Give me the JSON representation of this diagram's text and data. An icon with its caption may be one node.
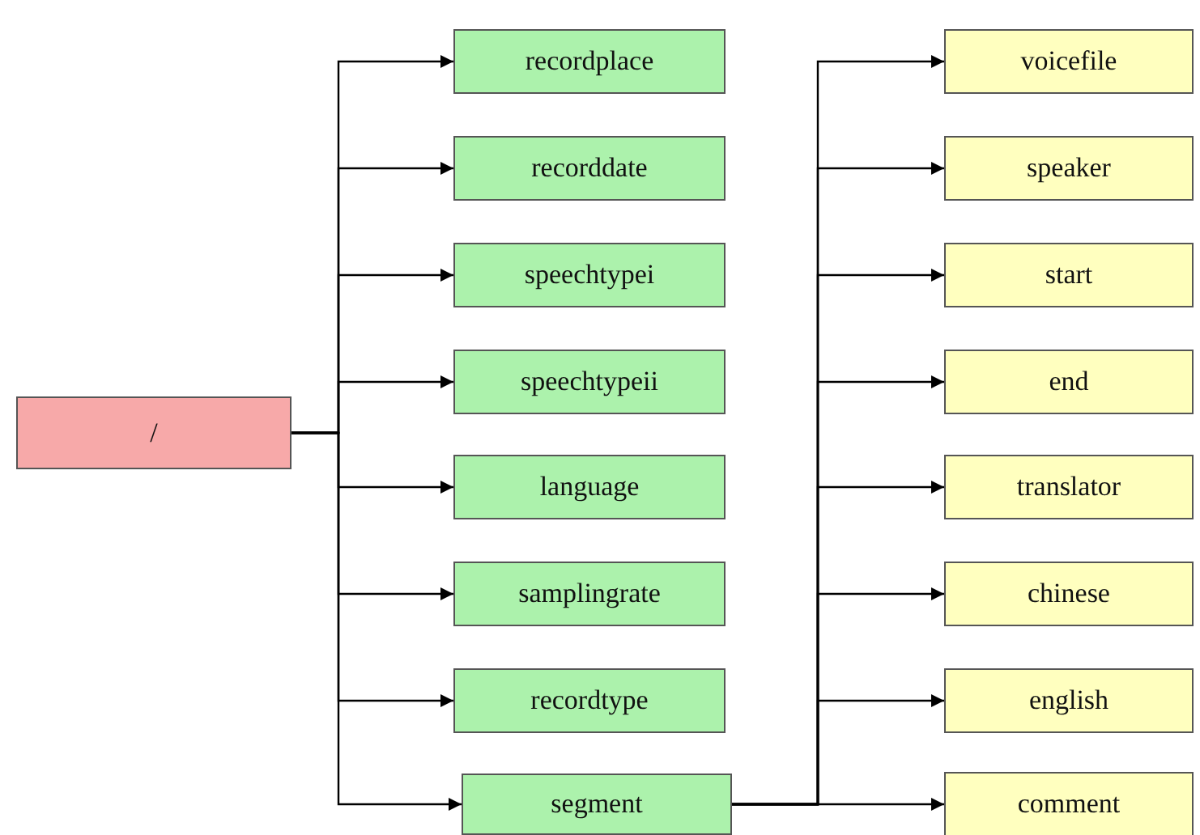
{
  "diagram": {
    "nodes": [
      {
        "text": [
          "/"
        ]
      },
      {
        "text": [
          "recordplace"
        ]
      },
      {
        "text": [
          "recorddate"
        ]
      },
      {
        "text": [
          "speechtypei"
        ]
      },
      {
        "text": [
          "speechtypeii"
        ]
      },
      {
        "text": [
          "language"
        ]
      },
      {
        "text": [
          "samplingrate"
        ]
      },
      {
        "text": [
          "recordtype"
        ]
      },
      {
        "text": [
          "segment"
        ]
      },
      {
        "text": [
          "voicefile"
        ]
      },
      {
        "text": [
          "speaker"
        ]
      },
      {
        "text": [
          "start"
        ]
      },
      {
        "text": [
          "end"
        ]
      },
      {
        "text": [
          "translator"
        ]
      },
      {
        "text": [
          "chinese"
        ]
      },
      {
        "text": [
          "english"
        ]
      },
      {
        "text": [
          "comment"
        ]
      }
    ],
    "edges": [
      {
        "from": 0,
        "to": 1,
        "arrow": "to"
      },
      {
        "from": 0,
        "to": 2,
        "arrow": "to"
      },
      {
        "from": 0,
        "to": 3,
        "arrow": "to"
      },
      {
        "from": 0,
        "to": 4,
        "arrow": "to"
      },
      {
        "from": 0,
        "to": 5,
        "arrow": "to"
      },
      {
        "from": 0,
        "to": 6,
        "arrow": "to"
      },
      {
        "from": 0,
        "to": 7,
        "arrow": "to"
      },
      {
        "from": 0,
        "to": 8,
        "arrow": "to"
      },
      {
        "from": 8,
        "to": 9,
        "arrow": "to"
      },
      {
        "from": 8,
        "to": 10,
        "arrow": "to"
      },
      {
        "from": 8,
        "to": 11,
        "arrow": "to"
      },
      {
        "from": 8,
        "to": 12,
        "arrow": "to"
      },
      {
        "from": 8,
        "to": 13,
        "arrow": "to"
      },
      {
        "from": 8,
        "to": 14,
        "arrow": "to"
      },
      {
        "from": 8,
        "to": 15,
        "arrow": "to"
      },
      {
        "from": 8,
        "to": 16,
        "arrow": "to"
      }
    ]
  }
}
